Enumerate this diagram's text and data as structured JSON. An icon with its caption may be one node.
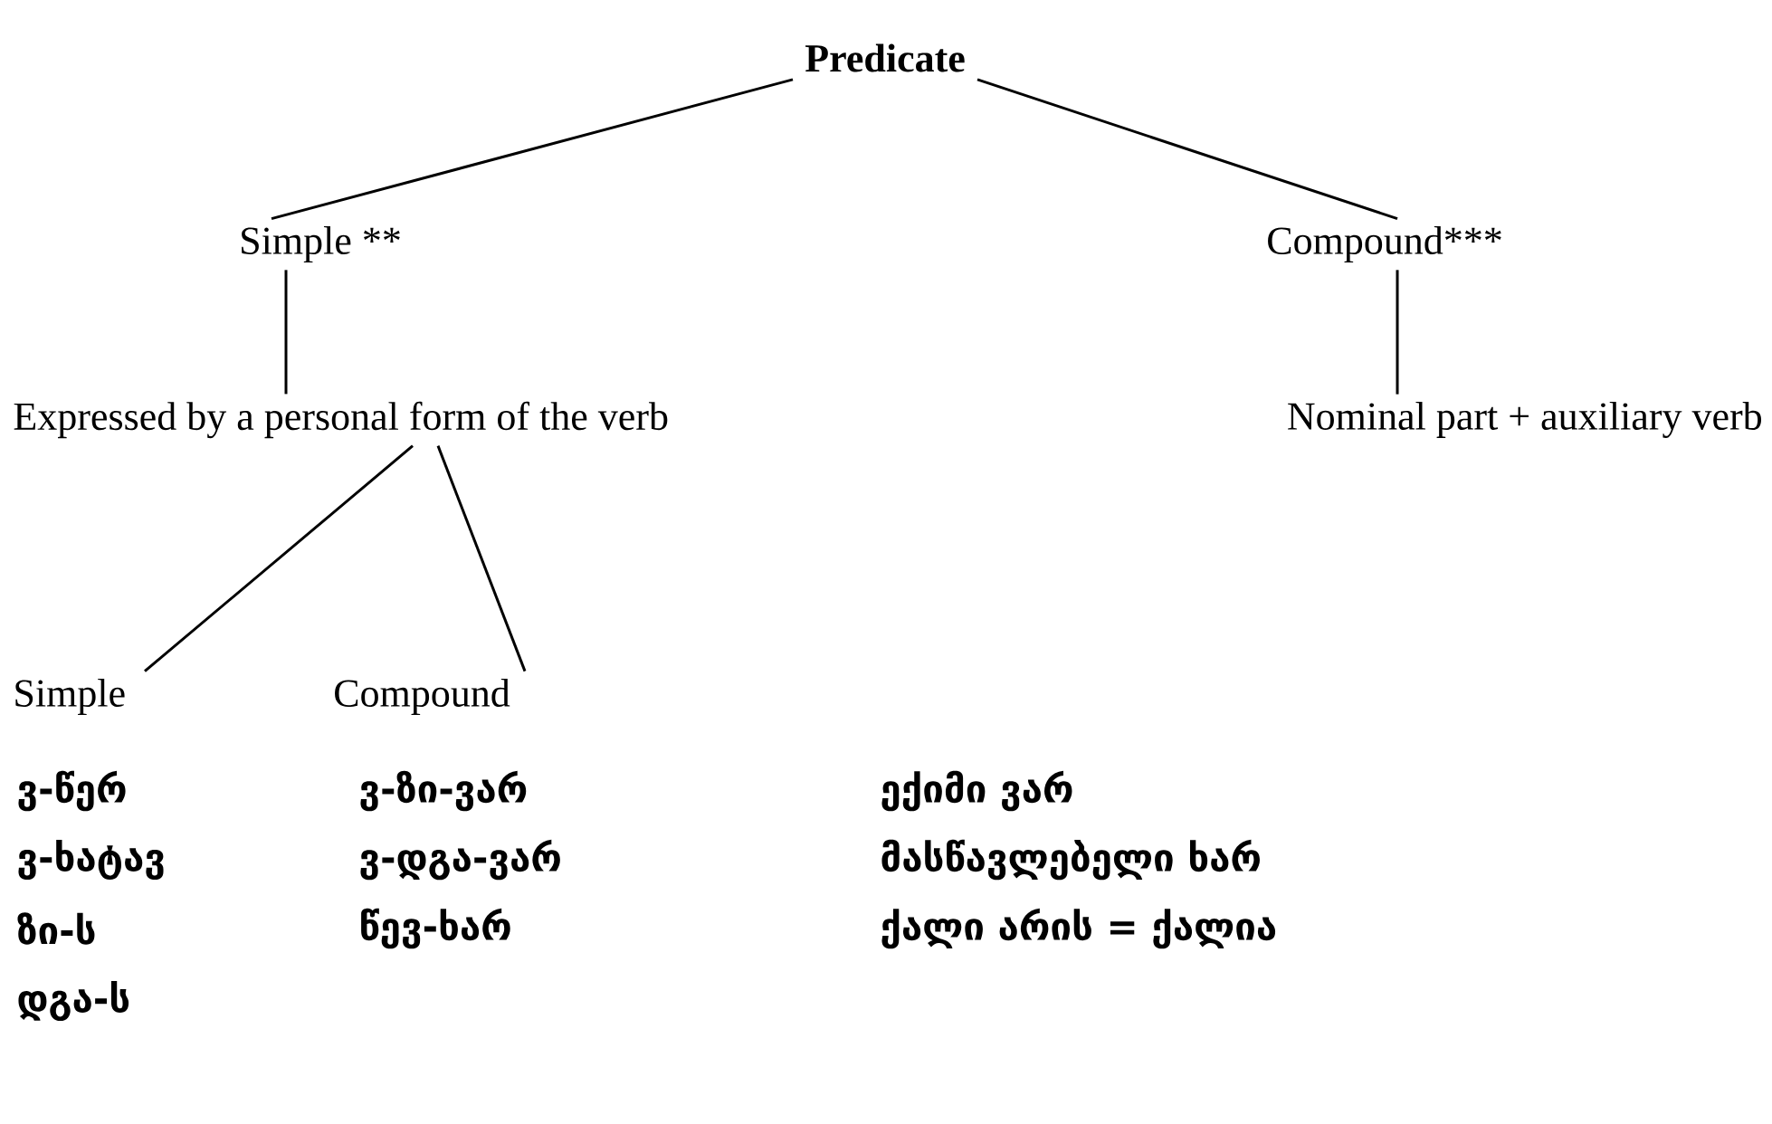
{
  "diagram": {
    "nodes": [
      {
        "text": [
          "Predicate"
        ]
      },
      {
        "text": [
          "Simple **"
        ]
      },
      {
        "text": [
          "Compound***"
        ]
      },
      {
        "text": [
          "Expressed by a personal form of the verb"
        ]
      },
      {
        "text": [
          "Nominal part + auxiliary verb"
        ]
      },
      {
        "text": [
          "Simple"
        ]
      },
      {
        "text": [
          "Compound"
        ]
      }
    ],
    "edges": [
      {
        "from": 0,
        "to": 1,
        "arrow": "none"
      },
      {
        "from": 0,
        "to": 2,
        "arrow": "none"
      },
      {
        "from": 1,
        "to": 3,
        "arrow": "none"
      },
      {
        "from": 2,
        "to": 4,
        "arrow": "none"
      },
      {
        "from": 3,
        "to": 5,
        "arrow": "none"
      },
      {
        "from": 3,
        "to": 6,
        "arrow": "none"
      }
    ],
    "labels": [
      "ვ-წერ",
      "ვ-ზი-ვარ",
      "ექიმი ვარ",
      "ვ-ხატავ",
      "ვ-დგა-ვარ",
      "მასწავლებელი ხარ",
      "ზი-ს",
      "წევ-ხარ",
      "**ქალი არის =** ქალია",
      "დგა-ს"
    ]
  }
}
